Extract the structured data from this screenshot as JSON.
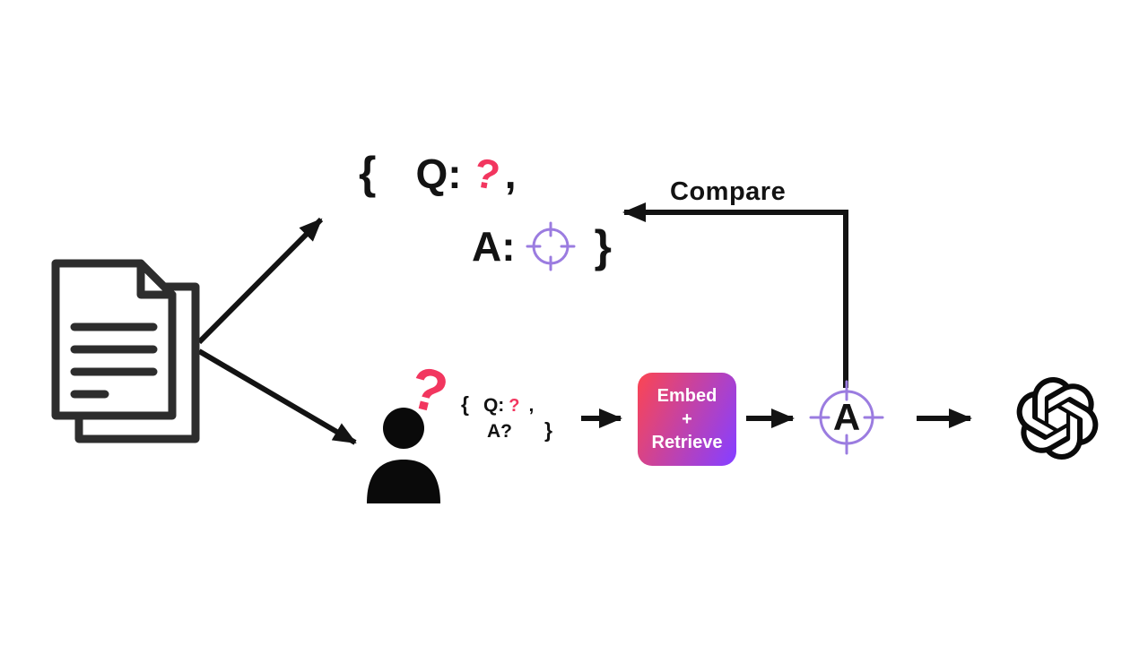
{
  "diagram": {
    "compare_label": "Compare",
    "qa_template": {
      "open_brace": "{",
      "q_label": "Q:",
      "q_placeholder": "?",
      "comma": ",",
      "a_label": "A:",
      "close_brace": "}"
    },
    "user_query": {
      "question_mark": "?",
      "open_brace": "{",
      "q_label": "Q:",
      "q_placeholder": "?",
      "comma": ",",
      "a_label": "A?",
      "close_brace": "}"
    },
    "embed_retrieve_box": {
      "line1": "Embed",
      "line2": "+",
      "line3": "Retrieve"
    },
    "answer_node": {
      "letter": "A"
    },
    "icons": {
      "documents": "document-stack-icon",
      "person": "person-icon",
      "answer_target": "target-crosshair-icon",
      "llm": "openai-logo-icon"
    },
    "colors": {
      "ink": "#131313",
      "pink": "#f2365f",
      "purple": "#9b7ce0",
      "gradient_start": "#f6455a",
      "gradient_end": "#8a3ffc"
    }
  }
}
